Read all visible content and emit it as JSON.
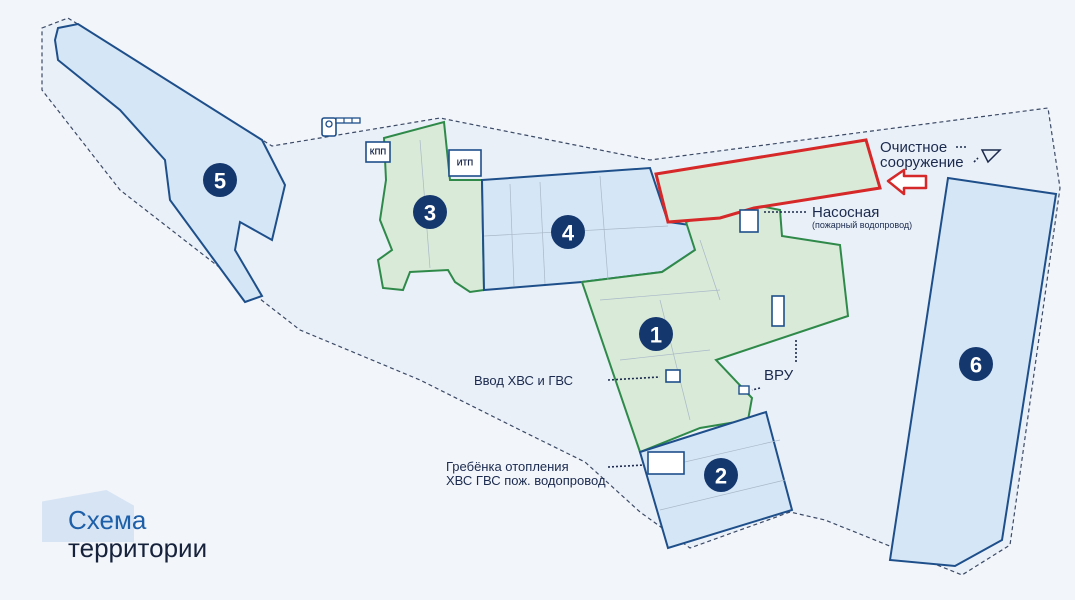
{
  "map_title": {
    "line1": "Схема",
    "line2": "территории"
  },
  "zones": [
    {
      "number": "1",
      "color": "#2f8a4a"
    },
    {
      "number": "2",
      "color": "#1e4f8a"
    },
    {
      "number": "3",
      "color": "#2f8a4a"
    },
    {
      "number": "4",
      "color": "#1e4f8a"
    },
    {
      "number": "5",
      "color": "#1e4f8a"
    },
    {
      "number": "6",
      "color": "#1e4f8a"
    }
  ],
  "small_buildings": {
    "kpp": "КПП",
    "itp": "ИТП"
  },
  "annotations": {
    "treatment_line1": "Очистное",
    "treatment_line2": "сооружение",
    "pump_title": "Насосная",
    "pump_subtitle": "(пожарный водопровод)",
    "vru": "ВРУ",
    "water_input": "Ввод ХВС и ГВС",
    "heating_line1": "Гребёнка отопления",
    "heating_line2": "ХВС ГВС пож. водопровод"
  },
  "icons": {
    "barrier": "barrier-gate-icon",
    "treatment": "triangle-outline-icon",
    "highlight_arrow": "arrow-left-icon"
  },
  "colors": {
    "green_zone": "#2f8a4a",
    "blue_zone": "#1e4f8a",
    "highlight": "#d62828",
    "marker": "#14376e"
  }
}
